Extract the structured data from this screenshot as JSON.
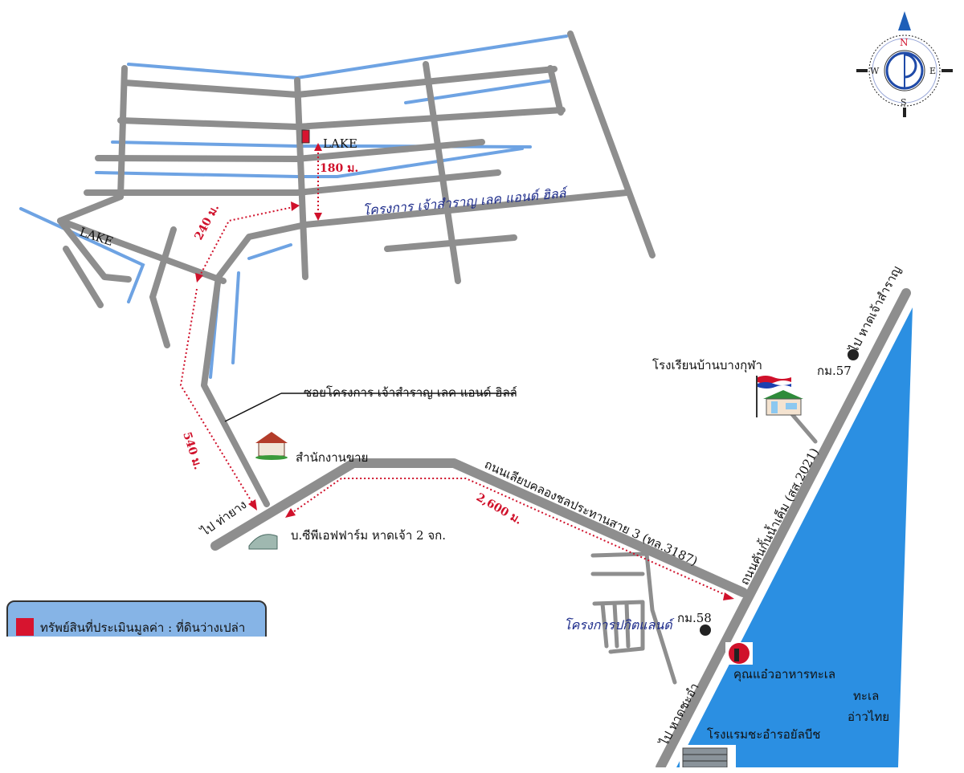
{
  "map": {
    "project_name": "โครงการ เจ้าสำราญ เลค แอนด์ ฮิลล์",
    "soi_label": "ซอยโครงการ เจ้าสำราญ เลค แอนด์ ฮิลล์",
    "lake_label_1": "LAKE",
    "lake_label_2": "LAKE",
    "sales_office": "สำนักงานขาย",
    "company": "บ.ซีพีเอฟฟาร์ม หาดเจ้า 2 จก.",
    "to_thayang": "ไป ท่ายาง",
    "main_road": "ถนนเลียบคลองชลประทานสาย 3 (ทล.3187)",
    "coastal_road": "ถนนคันกั้นน้ำเค็ม (สส.2021)",
    "to_chao_samran": "ไป หาดเจ้าสำราญ",
    "to_cha_am": "ไป หาดชะอำ",
    "school": "โรงเรียนบ้านบางกุฬา",
    "km57": "กม.57",
    "km58": "กม.58",
    "pikit_land": "โครงการปกิตแลนด์",
    "restaurant": "คุณแอ๋วอาหารทะเล",
    "hotel": "โรงแรมชะอำรอยัลบีช",
    "sea_1": "ทะเล",
    "sea_2": "อ่าวไทย"
  },
  "distances": {
    "d180": "180 ม.",
    "d240": "240 ม.",
    "d540": "540 ม.",
    "d2600": "2,600 ม."
  },
  "compass": {
    "n": "N",
    "s": "S",
    "e": "E",
    "w": "W"
  },
  "legend": {
    "item": "ทรัพย์สินที่ประเมินมูลค่า : ที่ดินว่างเปล่า",
    "color": "#d7142f"
  },
  "colors": {
    "road": "#8e8e8e",
    "canal": "#6ea3e3",
    "sea": "#2b8fe2",
    "distance": "#d0112b"
  }
}
